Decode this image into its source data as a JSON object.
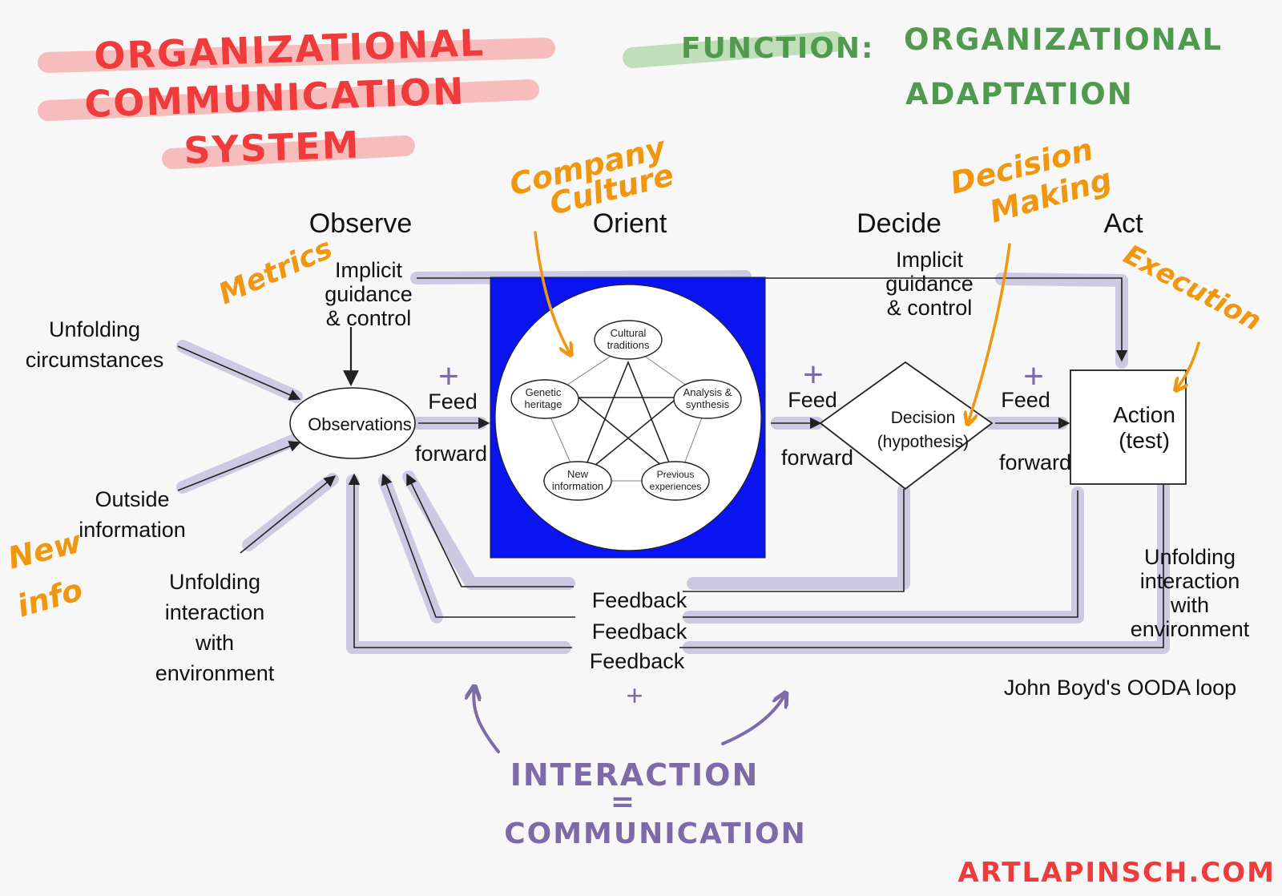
{
  "annotations": {
    "title_line1": "ORGANIZATIONAL",
    "title_line2": "COMMUNICATION",
    "title_line3": "SYSTEM",
    "function_label": "FUNCTION:",
    "function_line1": "ORGANIZATIONAL",
    "function_line2": "ADAPTATION",
    "company": "Company",
    "culture": "Culture",
    "decision": "Decision",
    "making": "Making",
    "metrics": "Metrics",
    "execution": "Execution",
    "new": "New",
    "info": "info",
    "interaction": "INTERACTION",
    "equals": "=",
    "communication": "COMMUNICATION",
    "plus": "+",
    "site": "ARTLAPINSCH.COM"
  },
  "diagram": {
    "phases": {
      "observe": "Observe",
      "orient": "Orient",
      "decide": "Decide",
      "act": "Act"
    },
    "guidance": {
      "line1": "Implicit",
      "line2": "guidance",
      "line3": "& control"
    },
    "inputs": {
      "unfolding_circumstances": [
        "Unfolding",
        "circumstances"
      ],
      "outside_information": [
        "Outside",
        "information"
      ],
      "unfolding_interaction": [
        "Unfolding",
        "interaction",
        "with",
        "environment"
      ]
    },
    "observations": "Observations",
    "feed": "Feed",
    "forward": "forward",
    "orient_nodes": {
      "cultural": [
        "Cultural",
        "traditions"
      ],
      "genetic": [
        "Genetic",
        "heritage"
      ],
      "analysis": [
        "Analysis &",
        "synthesis"
      ],
      "new_info": [
        "New",
        "information"
      ],
      "previous": [
        "Previous",
        "experiences"
      ]
    },
    "decision": [
      "Decision",
      "(hypothesis)"
    ],
    "action": [
      "Action",
      "(test)"
    ],
    "act_interaction": [
      "Unfolding",
      "interaction",
      "with",
      "environment"
    ],
    "feedback": "Feedback",
    "caption": "John Boyd's OODA loop"
  },
  "colors": {
    "title_red": "#ef3b3b",
    "highlight_red": "#f7b3b3",
    "green": "#4f9a4f",
    "highlight_green": "#b9dcb3",
    "orange": "#f0960f",
    "purple": "#7d6aa8",
    "shadow": "#c8c2df",
    "orient_blue": "#0a14f0"
  }
}
